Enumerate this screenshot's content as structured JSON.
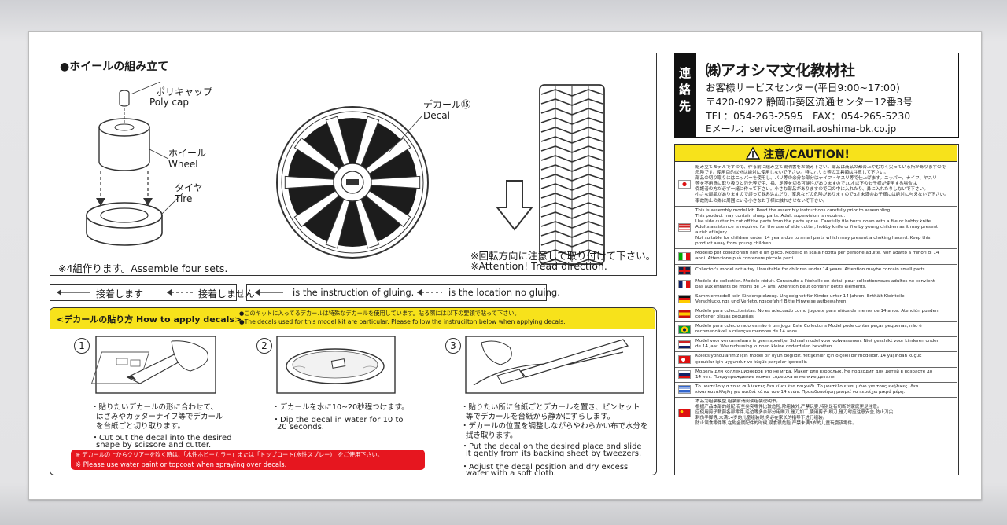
{
  "assembly": {
    "title": "●ホイールの組み立て",
    "polycap_jp": "ポリキャップ",
    "polycap_en": "Poly cap",
    "wheel_jp": "ホイール",
    "wheel_en": "Wheel",
    "tire_jp": "タイヤ",
    "tire_en": "Tire",
    "decal_jp": "デカール⑮",
    "decal_en": "Decal",
    "assemble_note": "※4組作ります。Assemble four sets.",
    "tread_note_jp": "※回転方向に注意して取り付けて下さい。",
    "tread_note_en": "※Attention! Tread direction."
  },
  "legend": {
    "glue_jp": "接着します",
    "noglue_jp": "接着しません",
    "glue_en": "is the instruction of gluing.",
    "noglue_en": "is the location no gluing."
  },
  "decals": {
    "title": "<デカールの貼り方 How to apply decals>",
    "intro_jp": "●このキットに入ってるデカールは特殊なデカールを使用しています。貼る際には以下の要領で貼って下さい。",
    "intro_en": "●The decals used for this model kit are particular. Please follow the instrucilton below when applying decals.",
    "step1_num": "1",
    "step1_jp1": "・貼りたいデカールの形に合わせて、",
    "step1_jp2": "はさみやカッターナイフ等でデカール",
    "step1_jp3": "を台紙ごと切り取ります。",
    "step1_en1": "・Cut out the decal into the desired",
    "step1_en2": "shape by scissore and cutter.",
    "step2_num": "2",
    "step2_jp1": "・デカールを水に10~20秒程つけます。",
    "step2_en1": "・Dip the decal in water for 10 to",
    "step2_en2": "20 seconds.",
    "step3_num": "3",
    "step3_jp1": "・貼りたい所に台紙ごとデカールを置き、ピンセット",
    "step3_jp2": "等でデカールを台紙から静かにずらします。",
    "step3_jp3": "・デカールの位置を調整しながらやわらかい布で水分を",
    "step3_jp4": "拭き取ります。",
    "step3_en1": "・Put the decal on the desired place and slide",
    "step3_en2": "it gently from its backing sheet by tweezers.",
    "step3_en3": "・Adjust the decal position and dry excess",
    "step3_en4": "water with a soft cloth.",
    "warn_jp": "※ デカールの上からクリアーを吹く時は、「水性ホビーカラー」または「トップコート(水性スプレー)」をご使用下さい。",
    "warn_en": "※ Please use water paint or topcoat when spraying over decals."
  },
  "contact": {
    "label": "連絡先",
    "company": "㈱アオシマ文化教材社",
    "hours": "お客様サービスセンター(平日9:00~17:00)",
    "address": "〒420-0922 静岡市葵区流通センター12番3号",
    "tel_fax": "TEL：054-263-2595　FAX：054-265-5230",
    "email": "Eメール：service@mail.aoshima-bk.co.jp"
  },
  "caution": {
    "title": "注意/CAUTION!",
    "entries": [
      {
        "lang": "jp",
        "lines": [
          "組み立てモデルですので、作る前に組み立て説明書をお読み下さい。部品は商品の都合上やむなく尖っている所がありますので",
          "危険です。使用目的以外は絶対に使用しないで下さい。特にハサミ等の工具類は注意して下さい。",
          "部品の切り取りにはニッパーを使用し、バリ等の余分な部分はナイフ・ヤスリ等で仕上げます。ニッパー、ナイフ、ヤスリ",
          "等を不用意に取り扱うと刃先等で手、指、足等を切る可能性がありますので10才以下のお子様が使用する場合は",
          "保護者の方が必ず一緒に作って下さい。小さな部品がありますので口の中に入れたり、鼻に入れたりしないで下さい。",
          "小さな部品がありますので誤って飲み込んだり、窒息などの危険がありますので3才未満のお子様には絶対に与えないで下さい。",
          "事故防止の為に周囲にいる小さなお子様に触れさせないで下さい。"
        ]
      },
      {
        "lang": "us",
        "lines": [
          "This is assembly model kit. Read the assembly instructions carefully prior to assembling.",
          "This product may contain sharp parts. Adult supervision is required.",
          "Use side cutter to cut off the parts from the parts sprue. Carefully file burrs down with a file or hobby knife.",
          "Adults assistance is required for the use of side cutter, hobby knife or file by young children as it may present",
          "a risk of injury.",
          "Not suitable for children under 14 years due to small parts which may present a choking hazard. Keep this",
          "product away from young children."
        ]
      },
      {
        "lang": "it",
        "lines": [
          "Modello per collezionisti non è un gioco. Modello in scala ridotta per persone adulte. Non adatto a minori di 14",
          "anni. Attenzione può contenere piccole parti."
        ]
      },
      {
        "lang": "gb",
        "lines": [
          "Collector's model not a toy. Unsuitable for children under 14 years. Attention maybe contain small parts."
        ]
      },
      {
        "lang": "fr",
        "lines": [
          "Modèle de collection. Modèle réduit. Construits a l'échelle en détail pour collectionneurs adultes ne convient",
          "pas aux enfants de moins de 14 ans. Attention peut contenir petits éléments."
        ]
      },
      {
        "lang": "de",
        "lines": [
          "Sammlermodell kein Kinderspielzeug. Ungeeignet für Kinder unter 14 Jahren. Enthält Kleinteile",
          "Verschluckungs und Verletzungsgefahr! Bitte Hinweise aufbewahren."
        ]
      },
      {
        "lang": "es",
        "lines": [
          "Modelo para coleccionistas. No es adecuado como juguete para niños de menos de 14 anos. Atención pueden",
          "contener piezas pequeñas."
        ]
      },
      {
        "lang": "br",
        "lines": [
          "Modelo para colecionadores não é um jogo. Este Collector's Model pode conter peças pequenas, não é",
          "recomendável a crianças menores de 14 anos."
        ]
      },
      {
        "lang": "nl",
        "lines": [
          "Model voor verzamelaars is geen speeltje. Schaal model voor volwassenen. Niet geschikt voor kinderen onder",
          "de 14 jaar. Waarschuwing kunnen kleine onderdelen bevatten."
        ]
      },
      {
        "lang": "tr",
        "lines": [
          "Koleksiyoncularımız için model bir oyun değildir. Yetişkinler için ölçekli bir modeldir. 14 yaşından küçük",
          "çocuklar için uygundur ve küçük parçalar içerebilir."
        ]
      },
      {
        "lang": "ru",
        "lines": [
          "Модель для коллекционеров это не игра. Макет для взрослых. Не подходит для детей в возрасте до",
          "14 лет. Предупреждение может содержать мелкие детали."
        ]
      },
      {
        "lang": "gr",
        "lines": [
          "Το μοντέλο για τους συλλέκτες δεν είναι ένα παιχνίδι. Το μοντέλο είναι μόνο για τους ενήλικες. Δεν",
          "είναι κατάλληλη για παιδιά κάτω των 14 ετών. Προειδοποίηση μπορεί να περιέχει μικρά μέρη."
        ]
      },
      {
        "lang": "cn",
        "lines": [
          "本品为组装模型,组装前请阅读组装说明书。",
          "根据产品本部的组配,有些尖突零件比较危险,除组装外,严禁玩耍,特别是有切断的家庭更是注意。",
          "应使用剪子裁剪各部零件,毛边等多余部分用刷刀,锉刀加工,使用剪子,刷刀,锉刀时应注意安全,防止刀尖",
          "刺伤手脚等,未满14岁的儿童组装时,务必在家长的指导下进行组装。",
          "防止误食零件等,在附金属配件的时候,误食很危险,严禁未满3岁的儿童玩耍该零件。"
        ]
      }
    ]
  }
}
